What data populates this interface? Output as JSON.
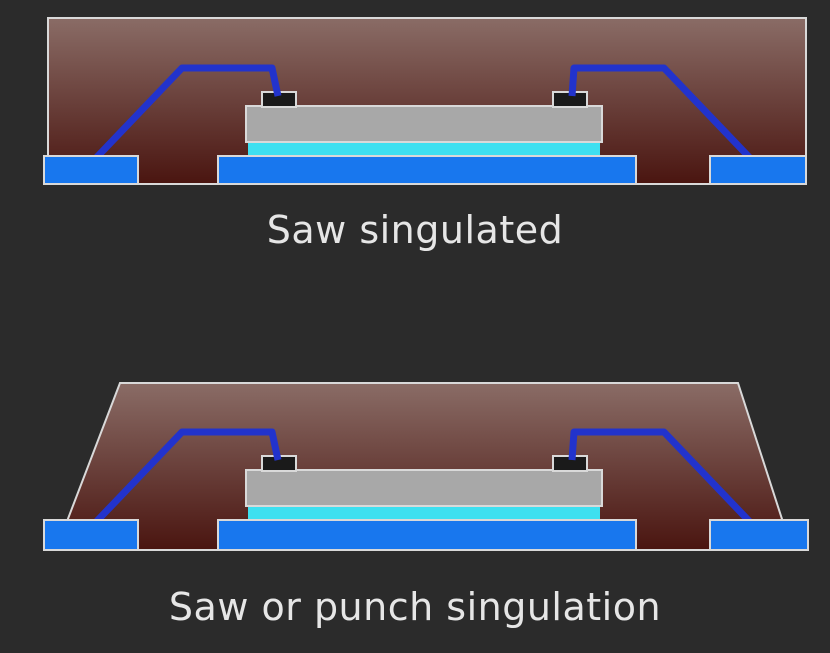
{
  "diagrams": [
    {
      "id": "saw",
      "caption": "Saw singulated"
    },
    {
      "id": "punch",
      "caption": "Saw or punch singulation"
    }
  ],
  "colors": {
    "background": "#2b2b2b",
    "mold_top": "#8a6c66",
    "mold_bottom": "#4a1510",
    "mold_border": "#d9d9d9",
    "lead_pad": "#1877ee",
    "die_attach": "#3ee0f0",
    "die": "#a8a8a8",
    "bond_wire": "#2233cc",
    "bond_pad": "#1a1a1a",
    "caption_text": "#e6e6e6"
  }
}
